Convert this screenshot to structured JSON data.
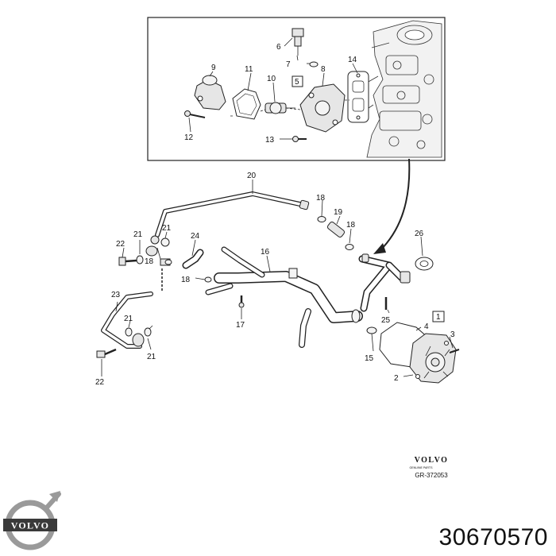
{
  "diagram": {
    "callouts": [
      {
        "id": "c6",
        "text": "6"
      },
      {
        "id": "c7",
        "text": "7"
      },
      {
        "id": "c9",
        "text": "9"
      },
      {
        "id": "c11",
        "text": "11"
      },
      {
        "id": "c10",
        "text": "10"
      },
      {
        "id": "c5",
        "text": "5"
      },
      {
        "id": "c8",
        "text": "8"
      },
      {
        "id": "c14",
        "text": "14"
      },
      {
        "id": "c12",
        "text": "12"
      },
      {
        "id": "c13",
        "text": "13"
      },
      {
        "id": "c20",
        "text": "20"
      },
      {
        "id": "c18a",
        "text": "18"
      },
      {
        "id": "c19",
        "text": "19"
      },
      {
        "id": "c18b",
        "text": "18"
      },
      {
        "id": "c26",
        "text": "26"
      },
      {
        "id": "c22a",
        "text": "22"
      },
      {
        "id": "c21a",
        "text": "21"
      },
      {
        "id": "c21b",
        "text": "21"
      },
      {
        "id": "c24",
        "text": "24"
      },
      {
        "id": "c16",
        "text": "16"
      },
      {
        "id": "c18c",
        "text": "18"
      },
      {
        "id": "c18d",
        "text": "18"
      },
      {
        "id": "c23",
        "text": "23"
      },
      {
        "id": "c17",
        "text": "17"
      },
      {
        "id": "c1",
        "text": "1"
      },
      {
        "id": "c25",
        "text": "25"
      },
      {
        "id": "c4",
        "text": "4"
      },
      {
        "id": "c3",
        "text": "3"
      },
      {
        "id": "c21c",
        "text": "21"
      },
      {
        "id": "c15",
        "text": "15"
      },
      {
        "id": "c21d",
        "text": "21"
      },
      {
        "id": "c2",
        "text": "2"
      },
      {
        "id": "c22b",
        "text": "22"
      }
    ],
    "stamp": {
      "brand": "VOLVO",
      "subtitle": "GENUINE PARTS",
      "reference": "GR-372053"
    }
  },
  "logo": {
    "brand": "VOLVO",
    "color": "#3a3a3a"
  },
  "part_number": "30670570"
}
